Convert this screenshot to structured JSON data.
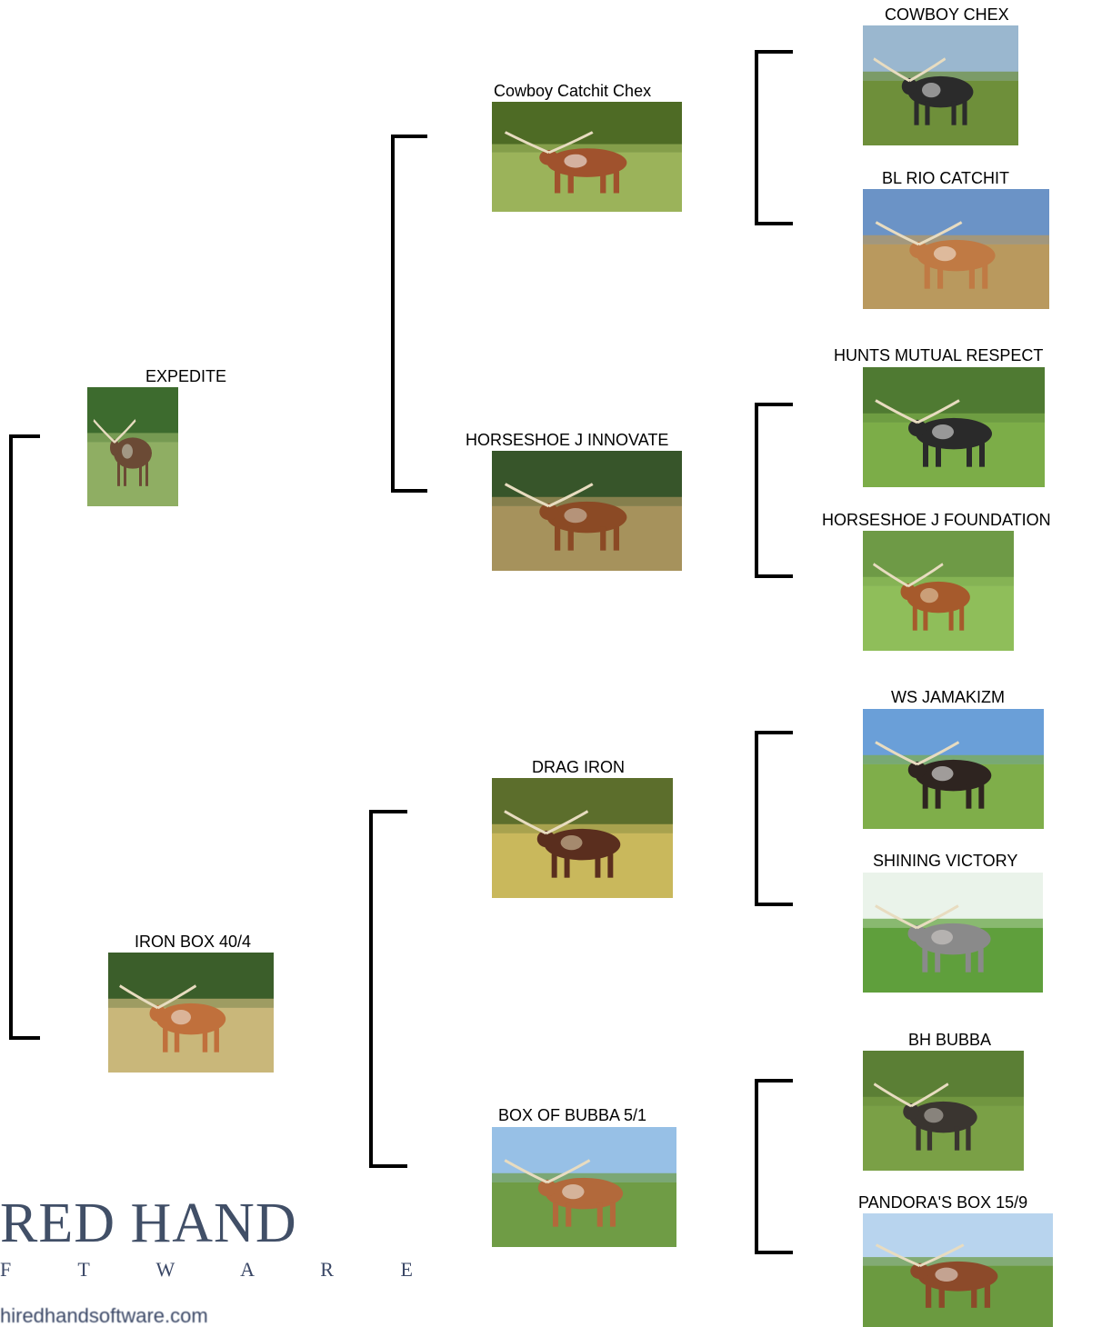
{
  "pedigree": {
    "subject": {
      "name": "EXPEDITE",
      "palette": [
        "#3d6b2e",
        "#8fae63",
        "#6b4a35",
        "#cfd7c4"
      ]
    },
    "sire": {
      "name": "Cowboy Catchit Chex",
      "palette": [
        "#4e6b25",
        "#9bb35a",
        "#a0522d",
        "#ffffff"
      ]
    },
    "dam": {
      "name": "IRON BOX 40/4",
      "palette": [
        "#3b5e2a",
        "#c9b77a",
        "#c0703c",
        "#f1ece4"
      ]
    },
    "sire_sire": {
      "name": "COWBOY CHEX",
      "palette": [
        "#9ab7cf",
        "#6e8f3a",
        "#2b2b2b",
        "#e9e9e9"
      ]
    },
    "sire_dam": {
      "name": "HORSESHOE J INNOVATE",
      "palette": [
        "#37552a",
        "#a6925c",
        "#8b4a25",
        "#d8d0c0"
      ]
    },
    "dam_sire": {
      "name": "DRAG IRON",
      "palette": [
        "#5c6e2c",
        "#c9b85c",
        "#5a2e1e",
        "#e4d7b0"
      ]
    },
    "dam_dam": {
      "name": "BOX OF BUBBA 5/1",
      "palette": [
        "#97c0e6",
        "#6f9c45",
        "#b2693b",
        "#f3f0ea"
      ]
    },
    "g1": {
      "name": "BL RIO CATCHIT",
      "palette": [
        "#6b93c6",
        "#b9995e",
        "#c07a44",
        "#f5efe6"
      ]
    },
    "g2": {
      "name": "HUNTS MUTUAL RESPECT",
      "palette": [
        "#4f7a32",
        "#7cad48",
        "#2a2a2a",
        "#f2f2f2"
      ]
    },
    "g3": {
      "name": "HORSESHOE J FOUNDATION",
      "palette": [
        "#6e9a46",
        "#8fbe5a",
        "#a65a2c",
        "#ead8b8"
      ]
    },
    "g4": {
      "name": "WS JAMAKIZM",
      "palette": [
        "#6a9fd8",
        "#7fae4a",
        "#2e2420",
        "#ffffff"
      ]
    },
    "g5": {
      "name": "SHINING VICTORY",
      "palette": [
        "#eaf3ea",
        "#5f9f3c",
        "#8a8a8a",
        "#d9d4d0"
      ]
    },
    "g6": {
      "name": "BH BUBBA",
      "palette": [
        "#5b7f35",
        "#7aa046",
        "#3a3530",
        "#c9c3bb"
      ]
    },
    "g7": {
      "name": "PANDORA'S BOX 15/9",
      "palette": [
        "#b8d4ee",
        "#6b9a40",
        "#8c4a2a",
        "#f3ede6"
      ]
    }
  },
  "logo": {
    "main": "RED HAND",
    "sub": "F T W A R E",
    "url": "hiredhandsoftware.com"
  }
}
